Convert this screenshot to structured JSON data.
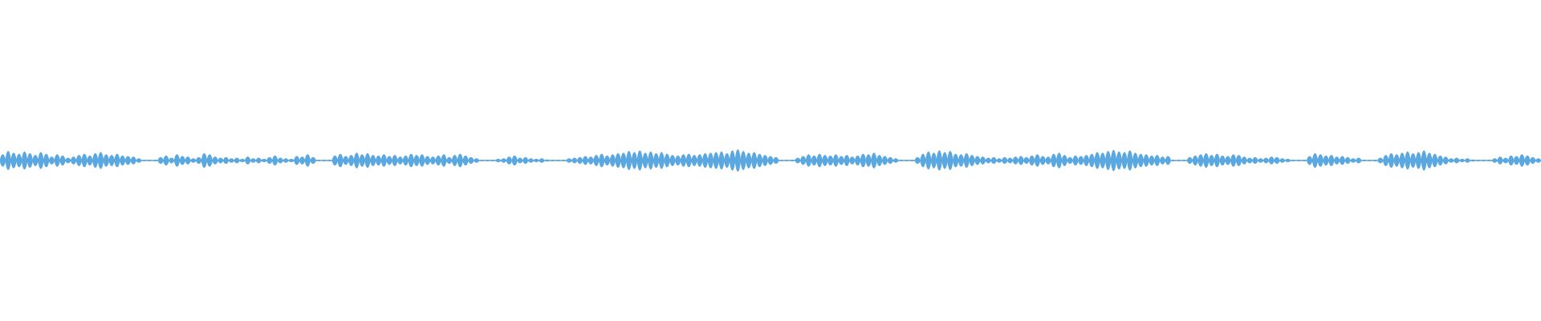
{
  "waveform": {
    "color": "#5aa8df",
    "background": "#ffffff",
    "playhead_position": "start",
    "segments": [
      {
        "amps": [
          0.55,
          0.85,
          0.7,
          0.6,
          0.8,
          0.65,
          0.5,
          0.75,
          0.6,
          0.35,
          0.55,
          0.45,
          0.25,
          0.35,
          0.5,
          0.6,
          0.45,
          0.65,
          0.75,
          0.55,
          0.5,
          0.6,
          0.45,
          0.4,
          0.35,
          0.2
        ]
      },
      {
        "amps": [
          0.3,
          0.45,
          0.25,
          0.55,
          0.4,
          0.35,
          0.2,
          0.3,
          0.65,
          0.55,
          0.35,
          0.25,
          0.3,
          0.2,
          0.25,
          0.15,
          0.35,
          0.2,
          0.25,
          0.15,
          0.3,
          0.45,
          0.25,
          0.2,
          0.15,
          0.4,
          0.35,
          0.55,
          0.3
        ]
      },
      {
        "amps": [
          0.45,
          0.6,
          0.4,
          0.5,
          0.7,
          0.55,
          0.65,
          0.5,
          0.45,
          0.55,
          0.4,
          0.5,
          0.35,
          0.45,
          0.6,
          0.5,
          0.55,
          0.4,
          0.35,
          0.45,
          0.55,
          0.3,
          0.5,
          0.6,
          0.45,
          0.3,
          0.2
        ]
      },
      {
        "amps": [
          0.15,
          0.2,
          0.35,
          0.45,
          0.25,
          0.3,
          0.2,
          0.15,
          0.2,
          0.1
        ]
      },
      {
        "amps": [
          0.2,
          0.25,
          0.3,
          0.4,
          0.35,
          0.5,
          0.6,
          0.45,
          0.55,
          0.65,
          0.7,
          0.85,
          0.75,
          0.9,
          0.7,
          0.8,
          0.65,
          0.75,
          0.6,
          0.5,
          0.45,
          0.55,
          0.6,
          0.5,
          0.55,
          0.65,
          0.7,
          0.75,
          0.8,
          0.65,
          0.9,
          1.0,
          0.85,
          0.7,
          0.75,
          0.6,
          0.5,
          0.4,
          0.3
        ]
      },
      {
        "amps": [
          0.25,
          0.4,
          0.55,
          0.45,
          0.6,
          0.5,
          0.45,
          0.55,
          0.4,
          0.5,
          0.35,
          0.45,
          0.6,
          0.55,
          0.7,
          0.5,
          0.4,
          0.3,
          0.2
        ]
      },
      {
        "amps": [
          0.3,
          0.6,
          0.8,
          0.7,
          0.9,
          0.75,
          0.85,
          0.6,
          0.55,
          0.65,
          0.5,
          0.4,
          0.35,
          0.25,
          0.3,
          0.2,
          0.3,
          0.25,
          0.35,
          0.4,
          0.3,
          0.45,
          0.55,
          0.4,
          0.35,
          0.6,
          0.7,
          0.5,
          0.3,
          0.45,
          0.4,
          0.5,
          0.6,
          0.75,
          0.7,
          0.85,
          0.95,
          0.8,
          0.75,
          0.9,
          0.7,
          0.6,
          0.55,
          0.45,
          0.5,
          0.35,
          0.4
        ]
      },
      {
        "amps": [
          0.3,
          0.45,
          0.55,
          0.65,
          0.5,
          0.6,
          0.45,
          0.4,
          0.55,
          0.5,
          0.35,
          0.25,
          0.3,
          0.2,
          0.25,
          0.35,
          0.3,
          0.2,
          0.15
        ]
      },
      {
        "amps": [
          0.4,
          0.65,
          0.55,
          0.45,
          0.5,
          0.35,
          0.4,
          0.3,
          0.2,
          0.25
        ]
      },
      {
        "amps": [
          0.25,
          0.5,
          0.65,
          0.55,
          0.7,
          0.8,
          0.65,
          0.75,
          0.9,
          0.7,
          0.6,
          0.45,
          0.35,
          0.2,
          0.25,
          0.15,
          0.2,
          0.1
        ]
      },
      {
        "amps": [
          0.2,
          0.35,
          0.25,
          0.45,
          0.4,
          0.55,
          0.45,
          0.3,
          0.2
        ]
      }
    ]
  }
}
